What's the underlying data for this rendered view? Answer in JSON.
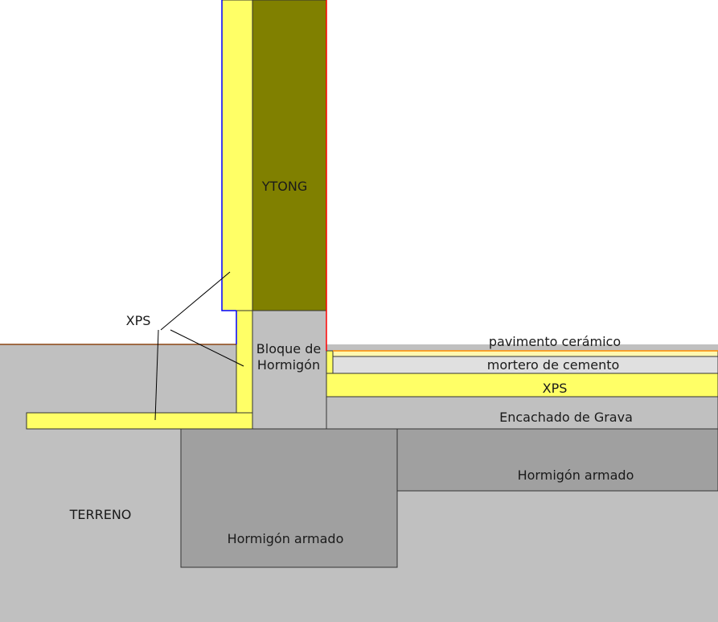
{
  "labels": {
    "ytong": "YTONG",
    "xps_callout": "XPS",
    "bloque_line1": "Bloque de",
    "bloque_line2": "Hormigón",
    "pavimento": "pavimento cerámico",
    "mortero": "mortero de cemento",
    "xps_floor": "XPS",
    "encachado": "Encachado de Grava",
    "hormigon_slab": "Hormigón armado",
    "hormigon_footing": "Hormigón armado",
    "terreno": "TERRENO"
  },
  "colors": {
    "terrain": "#c0c0c0",
    "concrete_block": "#c0c0c0",
    "reinforced_concrete": "#a0a0a0",
    "ytong": "#808000",
    "xps": "#ffff66",
    "mortar": "#e0e0e0",
    "tile": "#fff8b0",
    "ground_line": "#8b4513",
    "render_line": "#0000ff",
    "interior_line": "#ff0000",
    "tile_line": "#ff8c00"
  }
}
